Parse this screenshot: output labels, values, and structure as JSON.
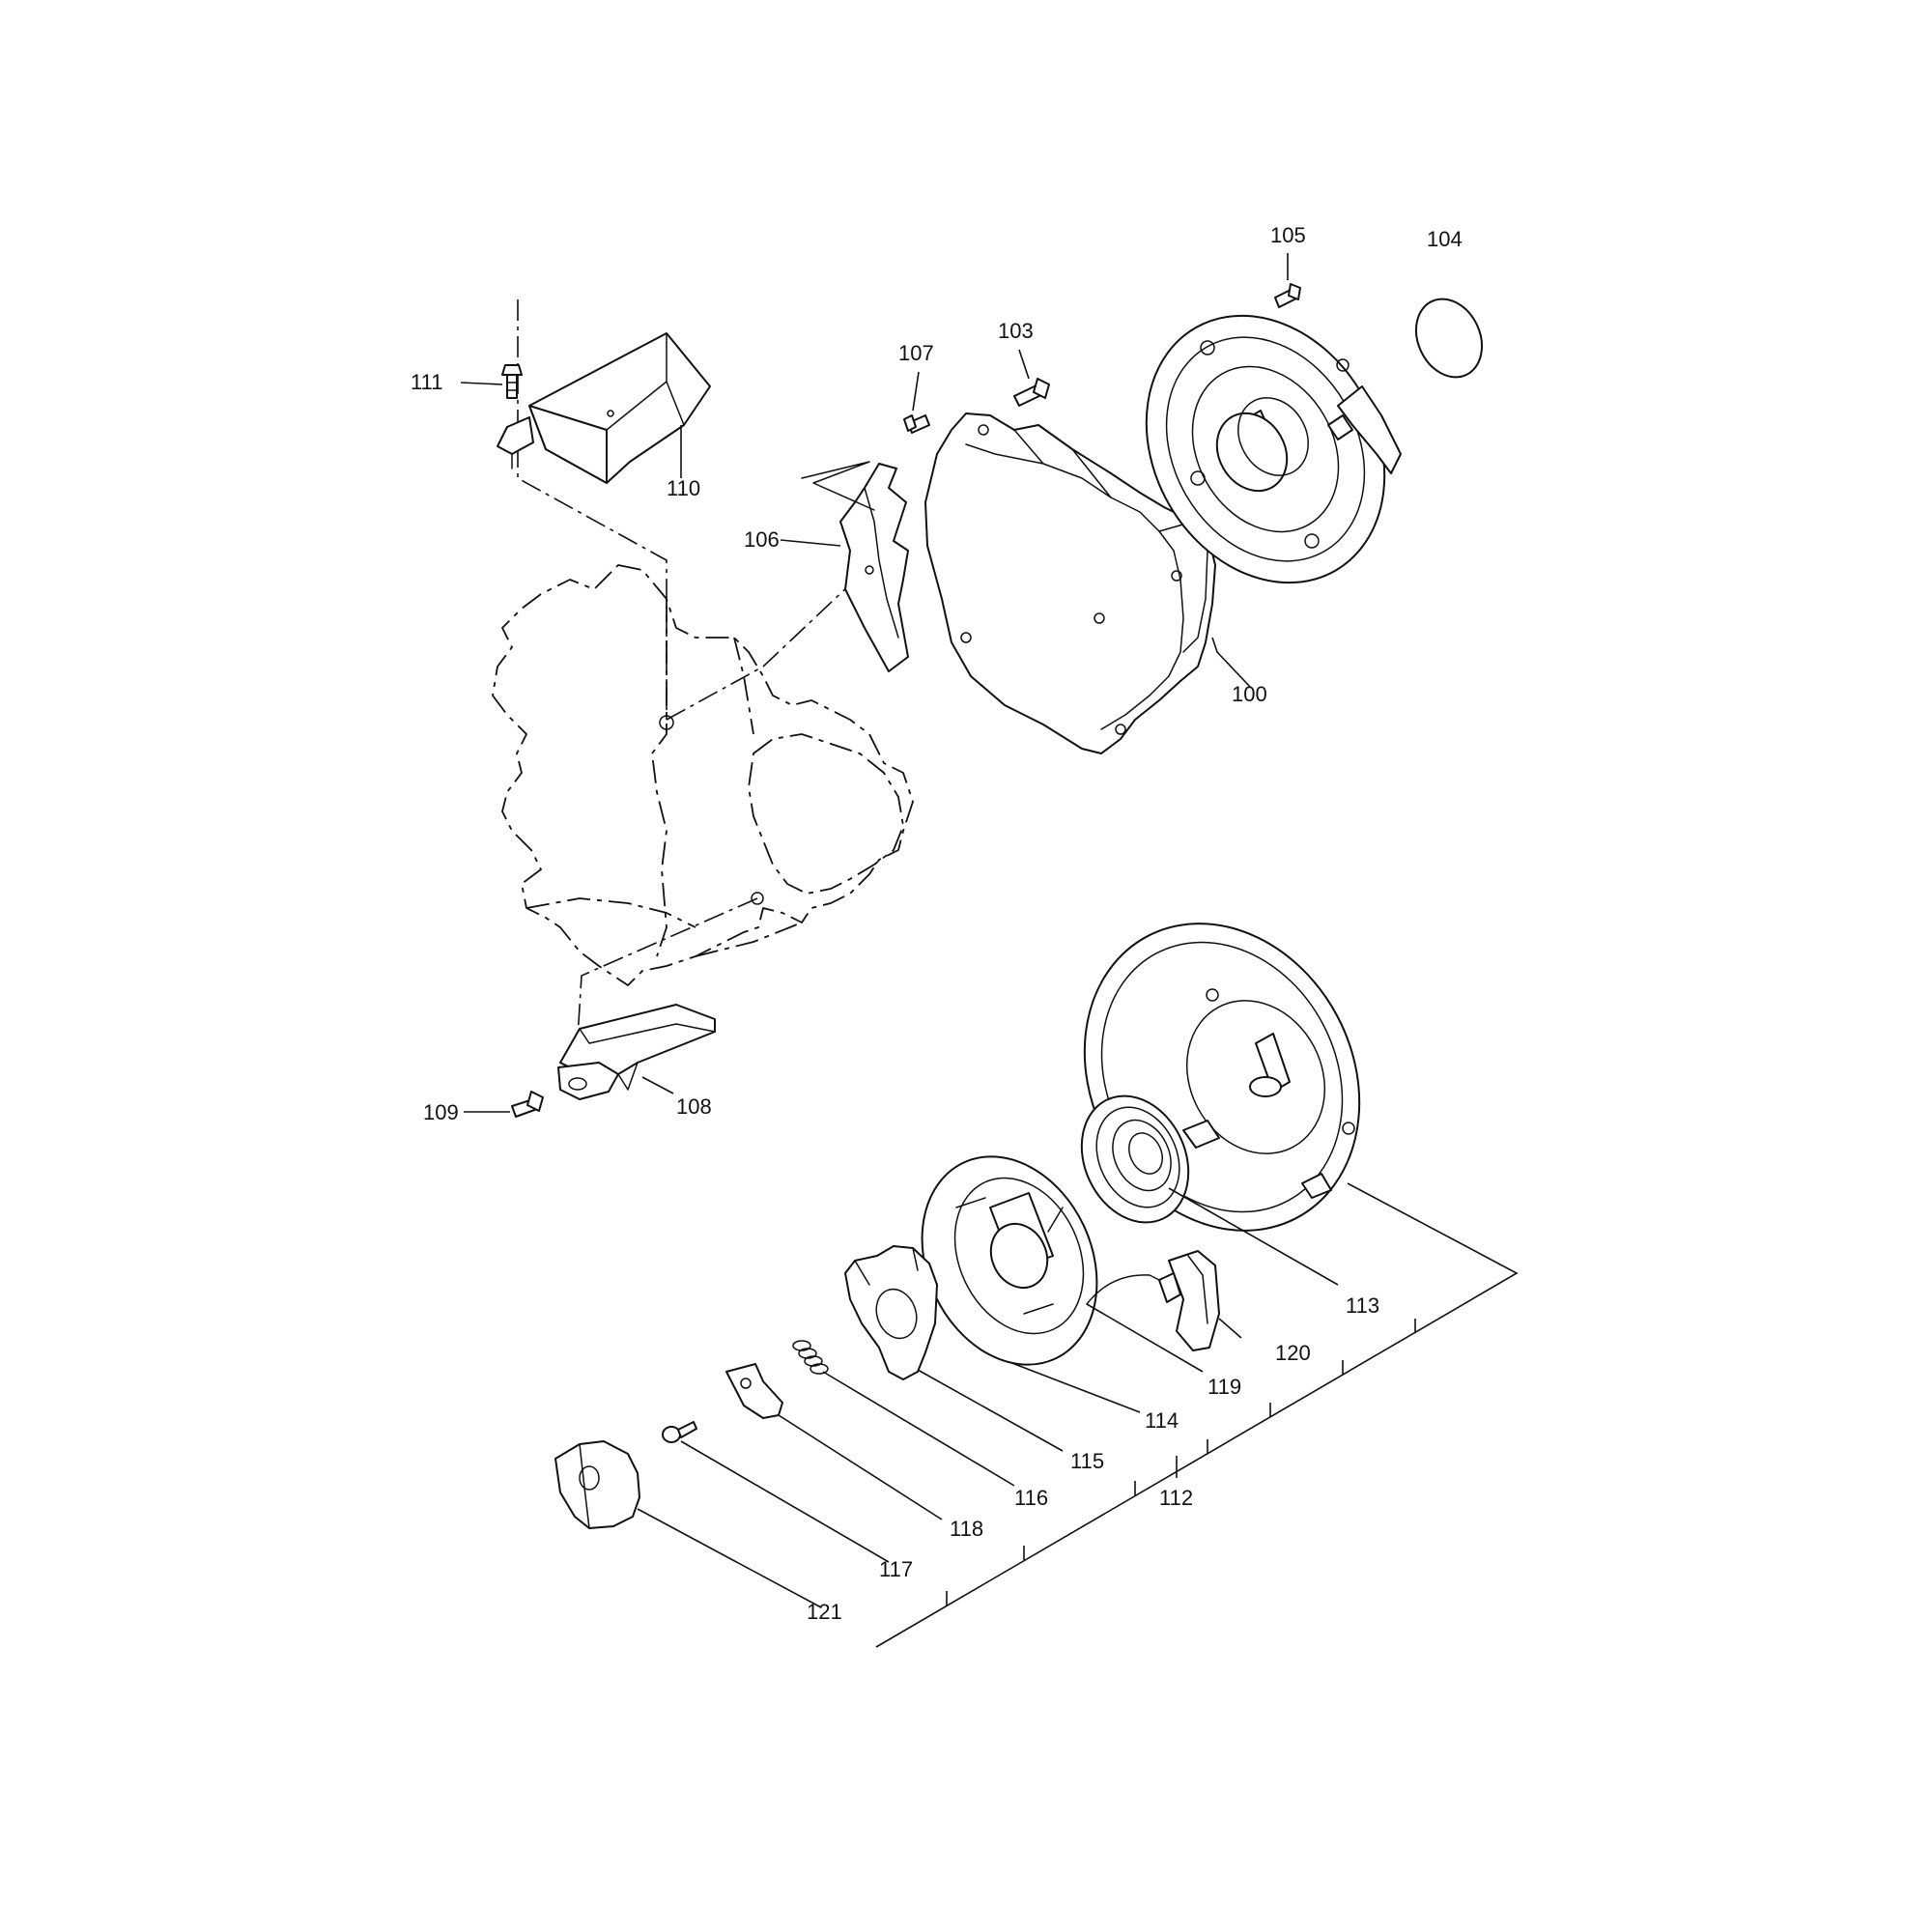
{
  "diagram": {
    "labels": {
      "p100": "100",
      "p103": "103",
      "p104": "104",
      "p105": "105",
      "p106": "106",
      "p107": "107",
      "p108": "108",
      "p109": "109",
      "p110": "110",
      "p111": "111",
      "p112": "112",
      "p113": "113",
      "p114": "114",
      "p115": "115",
      "p116": "116",
      "p117": "117",
      "p118": "118",
      "p119": "119",
      "p120": "120",
      "p121": "121"
    }
  }
}
